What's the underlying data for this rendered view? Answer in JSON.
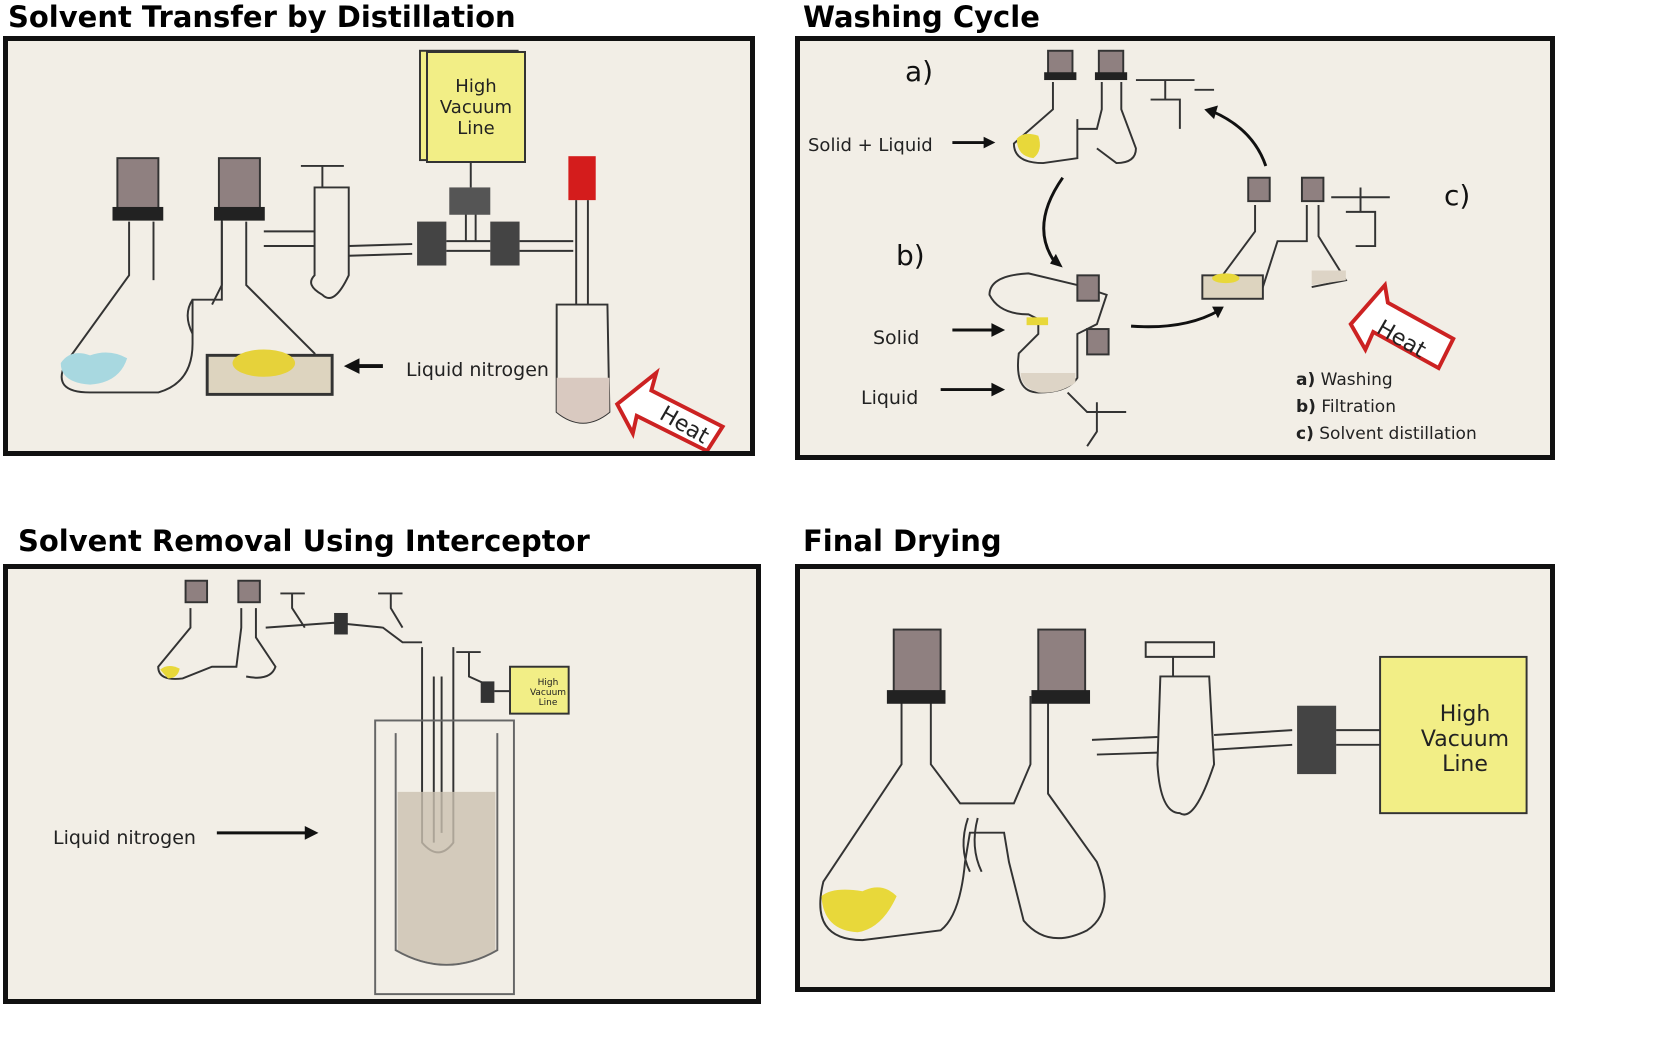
{
  "panels": [
    {
      "id": "solvent-transfer",
      "title": "Solvent Transfer by Distillation",
      "high_vacuum_line": [
        "High",
        "Vacuum",
        "Line"
      ],
      "labels": {
        "liquid_nitrogen": "Liquid nitrogen",
        "heat": "Heat"
      },
      "colors": {
        "solvent": "#a8d8e0",
        "solid": "#e8d83a",
        "cap_red": "#d41c1c",
        "heat_arrow": "#cc2222"
      }
    },
    {
      "id": "washing-cycle",
      "title": "Washing Cycle",
      "step_labels": {
        "a": "a)",
        "b": "b)",
        "c": "c)"
      },
      "labels": {
        "solid_liquid": "Solid + Liquid",
        "solid": "Solid",
        "liquid": "Liquid",
        "heat": "Heat"
      },
      "legend": [
        {
          "key": "a)",
          "text": "Washing"
        },
        {
          "key": "b)",
          "text": "Filtration"
        },
        {
          "key": "c)",
          "text": "Solvent distillation"
        }
      ]
    },
    {
      "id": "solvent-removal",
      "title": "Solvent Removal Using Interceptor",
      "high_vacuum_line": [
        "High",
        "Vacuum",
        "Line"
      ],
      "labels": {
        "liquid_nitrogen": "Liquid nitrogen"
      }
    },
    {
      "id": "final-drying",
      "title": "Final Drying",
      "high_vacuum_line": [
        "High",
        "Vacuum",
        "Line"
      ]
    }
  ]
}
